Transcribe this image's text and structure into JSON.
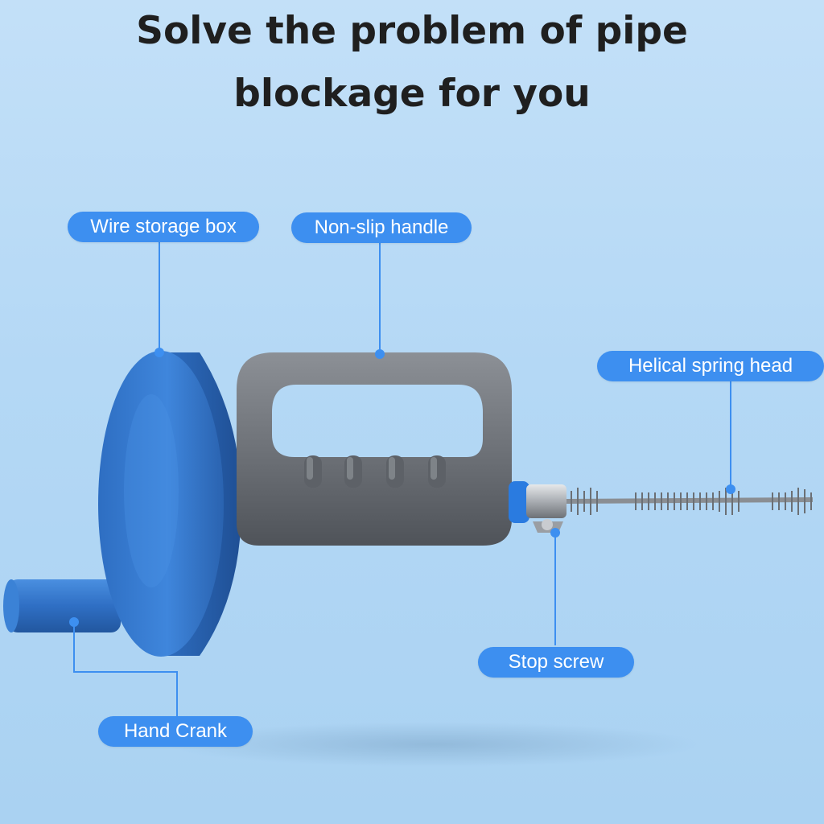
{
  "headline": {
    "line1": "Solve the problem of pipe",
    "line2": "blockage for you"
  },
  "labels": {
    "wire_storage_box": "Wire storage box",
    "non_slip_handle": "Non-slip handle",
    "helical_spring_head": "Helical spring head",
    "stop_screw": "Stop screw",
    "hand_crank": "Hand Crank"
  },
  "colors": {
    "background": "#b4d8f5",
    "label_pill": "#3d8ff0",
    "leader_line": "#3d8ff0",
    "drum_blue": "#2f72c8",
    "handle_gray": "#6f7378",
    "headline_text": "#1f1f1f"
  }
}
